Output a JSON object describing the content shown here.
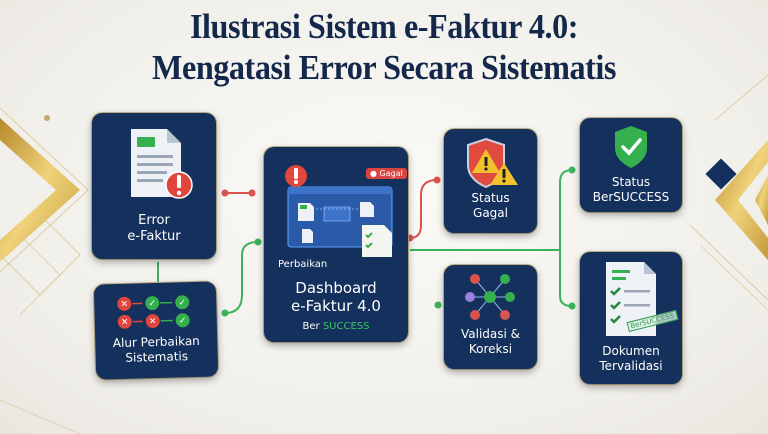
{
  "title": {
    "line1": "Ilustrasi Sistem e-Faktur 4.0:",
    "line2": "Mengatasi Error Secara Sistematis"
  },
  "cards": {
    "error": {
      "line1": "Error",
      "line2": "e-Faktur",
      "icon": "document-error-icon"
    },
    "alur": {
      "line1": "Alur Perbaikan",
      "line2": "Sistematis",
      "icon": "flow-steps-icon"
    },
    "dashboard": {
      "line1": "Dashboard",
      "line2": "e-Faktur 4.0",
      "badge_gagal": "Gagal",
      "perbaikan": "Perbaikan",
      "ber": "Ber",
      "success": "SUCCESS",
      "icon": "dashboard-screen-icon"
    },
    "status_gagal": {
      "line1": "Status",
      "line2": "Gagal",
      "icon": "shield-warning-icon"
    },
    "validasi": {
      "line1": "Validasi &",
      "line2": "Koreksi",
      "icon": "network-hub-icon"
    },
    "status_success": {
      "line1": "Status",
      "line2": "BerSUCCESS",
      "icon": "shield-check-icon"
    },
    "dokumen": {
      "line1": "Dokumen",
      "line2": "Tervalidasi",
      "stamp": "BerSUCCESS",
      "icon": "document-checklist-icon"
    }
  },
  "colors": {
    "navy": "#14305c",
    "gold": "#d4ad4a",
    "error_red": "#e0453e",
    "success_green": "#3cb35a",
    "warning_yellow": "#f2c12e"
  }
}
